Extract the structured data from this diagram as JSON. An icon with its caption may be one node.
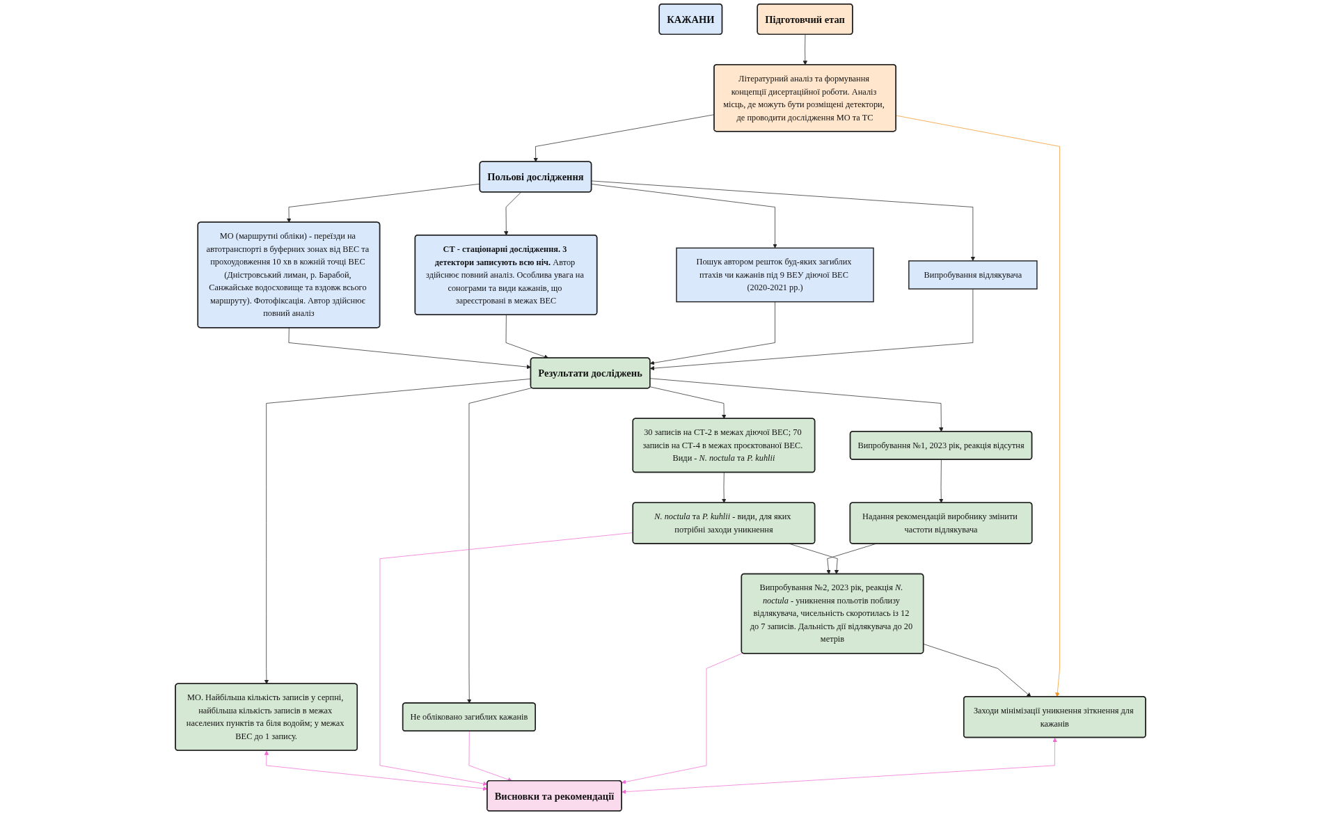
{
  "diagram": {
    "nodes": [
      {
        "text": [
          "КАЖАНИ"
        ]
      },
      {
        "text": [
          "Підготовчий етап"
        ]
      },
      {
        "text": [
          "Літературний аналіз та формування концепції дисертаційної роботи. Аналіз місць, де можуть бути розміщені детектори, де проводити дослідження МО та ТС"
        ]
      },
      {
        "text": [
          "Польові дослідження"
        ]
      },
      {
        "text": [
          "МО (маршрутні обліки) - переїзди на автотранспорті в буферних зонах від ВЕС та прохоудовження 10 хв в кожній точці ВЕС (Дністровський лиман, р. Барабой, Санжайське водосховище та вздовж всього маршруту). Фотофіксація. Автор здійснює повний аналіз"
        ]
      },
      {
        "text": [
          "**СТ - стаціонарні дослідження. 3 детектори записують всю ніч.** Автор здійснює повний аналіз. Особлива увага на сонограми та види кажанів, що зареєстровані в межах ВЕС"
        ]
      },
      {
        "text": [
          "Пошук автором решток буд-яких загиблих птахів чи кажанів під 9 ВЕУ діючої ВЕС (2020-2021 рр.)"
        ]
      },
      {
        "text": [
          "Випробування відлякувача"
        ]
      },
      {
        "text": [
          "Результати досліджень"
        ]
      },
      {
        "text": [
          "МО. Найбільша кількість записів у серпні, найбільша кількість записів в межах населених пунктів та біля водойм; у межах ВЕС до 1 запису."
        ]
      },
      {
        "text": [
          "30 записів на СТ-2 в межах діючої ВЕС; 70 записів на СТ-4 в межах проєктованої ВЕС. Види - *N. noctula* та *P. kuhlii*"
        ]
      },
      {
        "text": [
          "*N. noctula* та *P. kuhlii* - види, для яких потрібні заходи уникнення"
        ]
      },
      {
        "text": [
          "Не обліковано загиблих кажанів"
        ]
      },
      {
        "text": [
          "Випробування №1, 2023 рік, реакція відсутня"
        ]
      },
      {
        "text": [
          "Надання рекомендацій виробнику змінити частоти відлякувача"
        ]
      },
      {
        "text": [
          "Випробування №2, 2023 рік, реакція *N. noctula* - уникнення польотів поблизу відлякувача, чисельність скоротилась із 12 до 7 записів. Дальність дії відлякувача до 20 метрів"
        ]
      },
      {
        "text": [
          "Висновки та рекомендації"
        ]
      },
      {
        "text": [
          "Заходи мінімізації уникнення зіткнення для кажанів"
        ]
      }
    ],
    "edges": [
      {
        "from": 1,
        "to": 2,
        "arrow": "to"
      },
      {
        "from": 2,
        "to": 3,
        "arrow": "to"
      },
      {
        "from": 3,
        "to": 4,
        "arrow": "to"
      },
      {
        "from": 3,
        "to": 5,
        "arrow": "to"
      },
      {
        "from": 3,
        "to": 6,
        "arrow": "to"
      },
      {
        "from": 3,
        "to": 7,
        "arrow": "to"
      },
      {
        "from": 4,
        "to": 8,
        "arrow": "to"
      },
      {
        "from": 5,
        "to": 8,
        "arrow": "to"
      },
      {
        "from": 6,
        "to": 8,
        "arrow": "to"
      },
      {
        "from": 7,
        "to": 8,
        "arrow": "to"
      },
      {
        "from": 8,
        "to": 9,
        "arrow": "to"
      },
      {
        "from": 8,
        "to": 10,
        "arrow": "to"
      },
      {
        "from": 8,
        "to": 12,
        "arrow": "to"
      },
      {
        "from": 8,
        "to": 13,
        "arrow": "to"
      },
      {
        "from": 10,
        "to": 11,
        "arrow": "to"
      },
      {
        "from": 13,
        "to": 14,
        "arrow": "to"
      },
      {
        "from": 14,
        "to": 15,
        "arrow": "to"
      },
      {
        "from": 11,
        "to": 15,
        "arrow": "to"
      },
      {
        "from": 15,
        "to": 17,
        "arrow": "to"
      },
      {
        "from": 2,
        "to": 17,
        "arrow": "to",
        "color": "#f5921e"
      },
      {
        "from": 9,
        "to": 16,
        "arrow": "both",
        "color": "#f06ad2"
      },
      {
        "from": 11,
        "to": 16,
        "arrow": "to",
        "color": "#f06ad2"
      },
      {
        "from": 12,
        "to": 16,
        "arrow": "to",
        "color": "#f06ad2"
      },
      {
        "from": 15,
        "to": 16,
        "arrow": "to",
        "color": "#f06ad2"
      },
      {
        "from": 16,
        "to": 17,
        "arrow": "both",
        "color": "#f06ad2"
      }
    ]
  }
}
